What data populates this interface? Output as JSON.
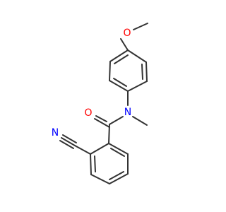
{
  "molecule": {
    "atoms": {
      "oxygen_methoxy": {
        "label": "O",
        "color": "#ff0000"
      },
      "oxygen_carbonyl": {
        "label": "O",
        "color": "#ff0000"
      },
      "nitrogen_amide": {
        "label": "N",
        "color": "#0000ff"
      },
      "nitrogen_nitrile": {
        "label": "N",
        "color": "#0000ff"
      }
    },
    "bond_color": "#333333",
    "background": "#ffffff"
  }
}
